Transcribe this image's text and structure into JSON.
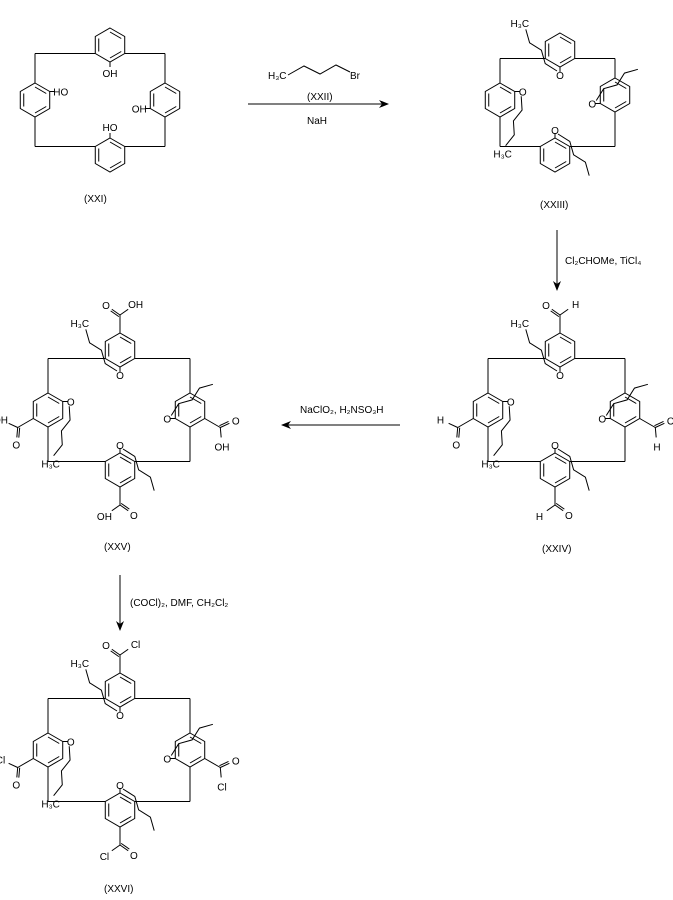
{
  "compounds": {
    "xxi": "(XXI)",
    "xxii": "(XXII)",
    "xxiii": "(XXIII)",
    "xxiv": "(XXIV)",
    "xxv": "(XXV)",
    "xxvi": "(XXVI)"
  },
  "reagents": {
    "step1_base": "NaH",
    "step2": "Cl₂CHOMe, TiCl₄",
    "step3": "NaClO₂, H₂NSO₃H",
    "step4": "(COCl)₂, DMF, CH₂Cl₂"
  },
  "atoms": {
    "hydroxyl": "OH",
    "hydroxyl_rev": "HO",
    "oxygen": "O",
    "methyl": "H₃C",
    "bromine": "Br",
    "hydrogen": "H",
    "chlorine": "Cl"
  }
}
